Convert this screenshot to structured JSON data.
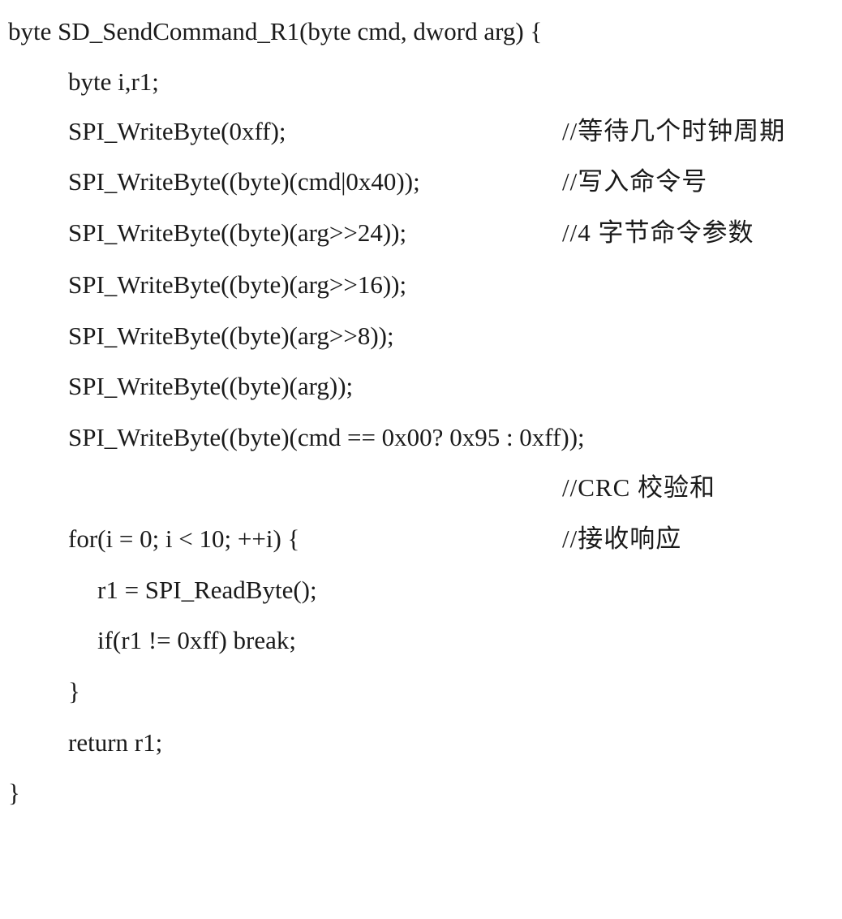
{
  "document": {
    "lines": [
      {
        "code": "byte SD_SendCommand_R1(byte cmd, dword arg) {",
        "comment": "",
        "indent": 0
      },
      {
        "code": "byte i,r1;",
        "comment": "",
        "indent": 1
      },
      {
        "code": "SPI_WriteByte(0xff);",
        "comment": "//等待几个时钟周期",
        "indent": 1
      },
      {
        "code": "SPI_WriteByte((byte)(cmd|0x40));",
        "comment": "//写入命令号",
        "indent": 1
      },
      {
        "code": "SPI_WriteByte((byte)(arg>>24));",
        "comment": "//4 字节命令参数",
        "indent": 1
      },
      {
        "code": "SPI_WriteByte((byte)(arg>>16));",
        "comment": "",
        "indent": 1
      },
      {
        "code": "SPI_WriteByte((byte)(arg>>8));",
        "comment": "",
        "indent": 1
      },
      {
        "code": "SPI_WriteByte((byte)(arg));",
        "comment": "",
        "indent": 1
      },
      {
        "code": "SPI_WriteByte((byte)(cmd == 0x00? 0x95 : 0xff));",
        "comment": "",
        "indent": 1
      },
      {
        "code": "",
        "comment": "//CRC 校验和",
        "indent": 1
      },
      {
        "code": "for(i = 0; i < 10; ++i) {",
        "comment": "//接收响应",
        "indent": 1
      },
      {
        "code": "r1 = SPI_ReadByte();",
        "comment": "",
        "indent": 2
      },
      {
        "code": "if(r1 != 0xff) break;",
        "comment": "",
        "indent": 2
      },
      {
        "code": "}",
        "comment": "",
        "indent": 1
      },
      {
        "code": "return r1;",
        "comment": "",
        "indent": 1
      },
      {
        "code": "}",
        "comment": "",
        "indent": 0
      }
    ]
  }
}
